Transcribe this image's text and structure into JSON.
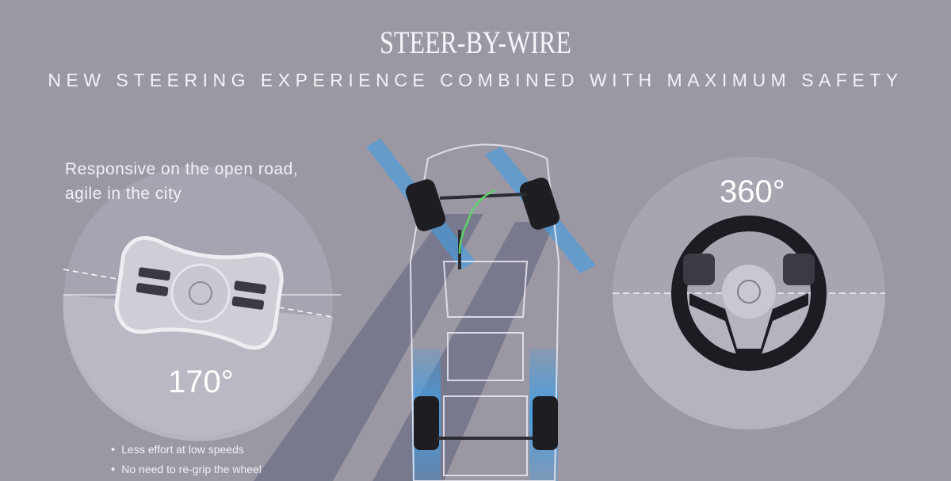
{
  "header": {
    "title": "STEER-BY-WIRE",
    "subtitle": "NEW STEERING EXPERIENCE COMBINED WITH MAXIMUM SAFETY"
  },
  "left_panel": {
    "tagline_line1": "Responsive on the open road,",
    "tagline_line2": "agile in the city",
    "angle": "170°",
    "bullets": [
      "Less effort at low speeds",
      "No need to re-grip the wheel"
    ]
  },
  "right_panel": {
    "angle": "360°"
  },
  "colors": {
    "background": "#9b98a4",
    "accent_blue": "#3f9de6",
    "wire_green": "#5fd36a"
  }
}
